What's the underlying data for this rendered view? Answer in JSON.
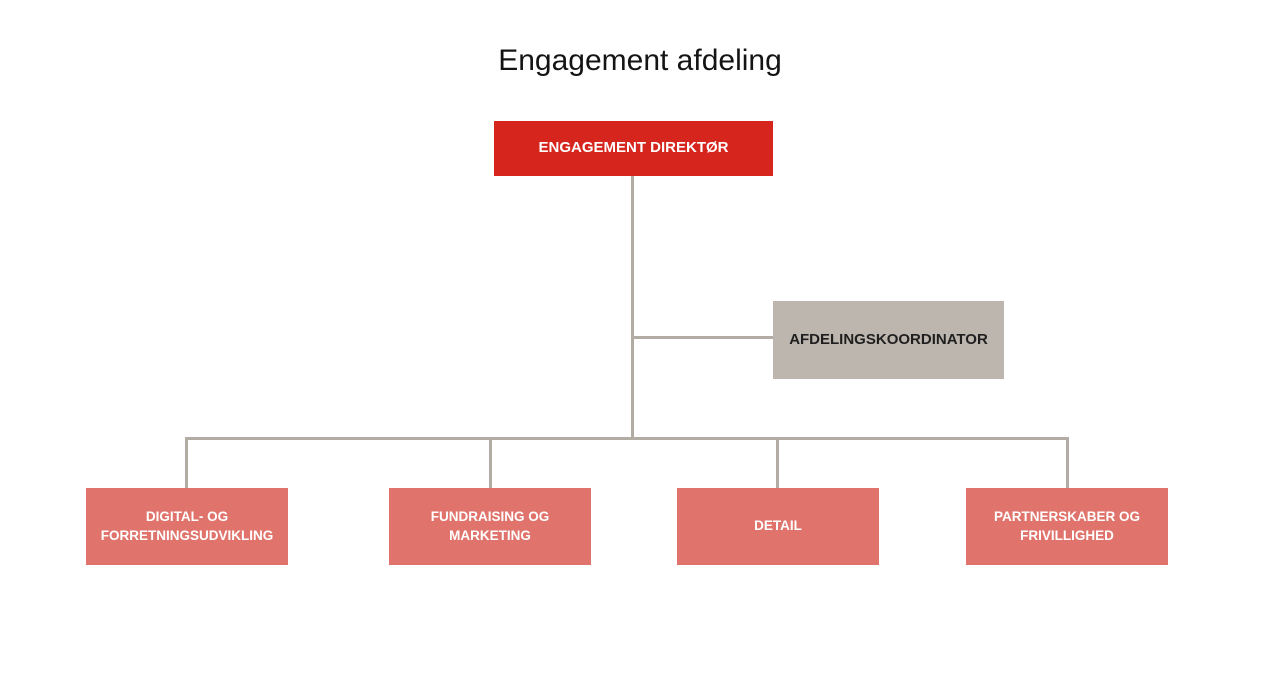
{
  "title": "Engagement afdeling",
  "colors": {
    "root_box": "#d6251c",
    "assistant_box": "#bdb6af",
    "child_box": "#e0746c",
    "connector": "#b3aca5",
    "root_text": "#ffffff",
    "assistant_text": "#1f1f1f",
    "child_text": "#ffffff",
    "title_text": "#141414"
  },
  "org": {
    "root": {
      "label": "ENGAGEMENT DIREKTØR"
    },
    "assistant": {
      "label": "AFDELINGSKOORDINATOR"
    },
    "children": [
      {
        "label": "DIGITAL- OG FORRETNINGSUDVIKLING"
      },
      {
        "label": "FUNDRAISING OG MARKETING"
      },
      {
        "label": "DETAIL"
      },
      {
        "label": "PARTNERSKABER OG FRIVILLIGHED"
      }
    ]
  }
}
